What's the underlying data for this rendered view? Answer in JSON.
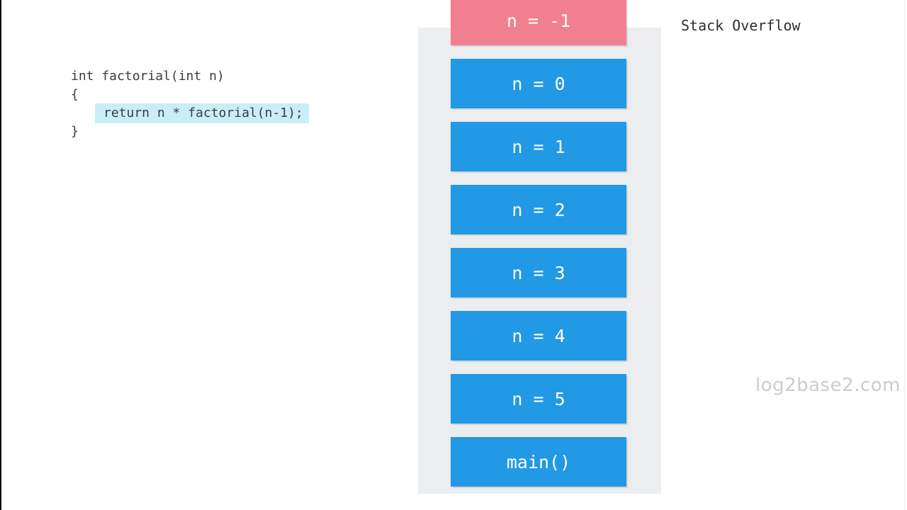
{
  "code_panel": {
    "lines": [
      {
        "text": "int factorial(int n)",
        "highlighted": false
      },
      {
        "text": "{",
        "highlighted": false
      },
      {
        "text": "return n * factorial(n-1);",
        "highlighted": true
      },
      {
        "text": "}",
        "highlighted": false
      }
    ]
  },
  "stack_diagram": {
    "title": "Stack Overflow",
    "frames": [
      {
        "label": "n = -1",
        "state": "overflow"
      },
      {
        "label": "n = 0",
        "state": "normal"
      },
      {
        "label": "n = 1",
        "state": "normal"
      },
      {
        "label": "n = 2",
        "state": "normal"
      },
      {
        "label": "n = 3",
        "state": "normal"
      },
      {
        "label": "n = 4",
        "state": "normal"
      },
      {
        "label": "n = 5",
        "state": "normal"
      },
      {
        "label": "main()",
        "state": "normal"
      }
    ]
  },
  "watermark": "log2base2.com",
  "colors": {
    "frame_normal": "#2199E5",
    "frame_overflow": "#F0808F",
    "code_highlight": "#C9EEF7",
    "stack_background": "#ECEDEE",
    "watermark_gray": "#CDCDCD"
  }
}
